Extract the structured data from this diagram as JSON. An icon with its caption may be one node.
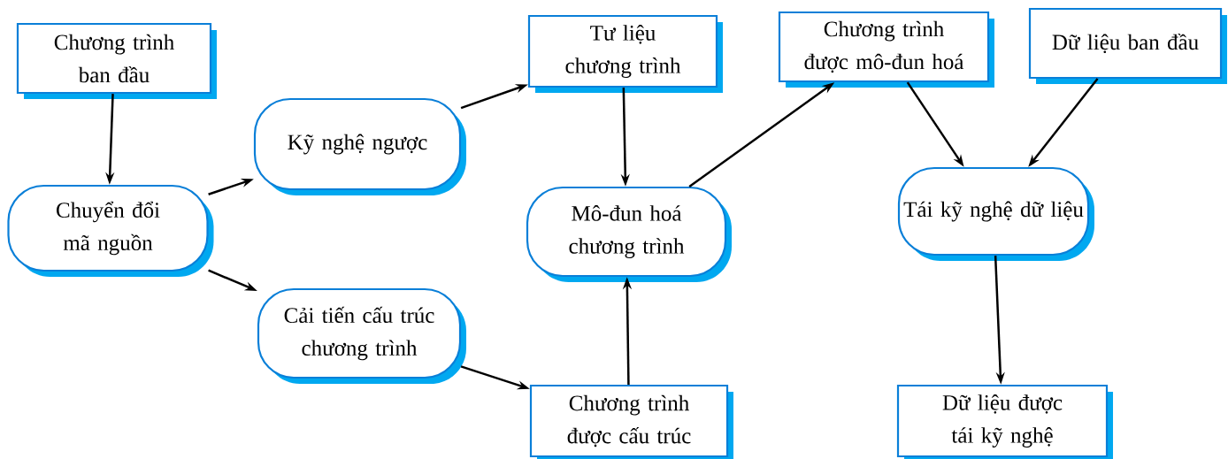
{
  "diagram": {
    "nodes": [
      {
        "text": [
          "Chương trình ban đầu"
        ]
      },
      {
        "text": [
          "Chuyển đổi mã nguồn"
        ]
      },
      {
        "text": [
          "Kỹ nghệ ngược"
        ]
      },
      {
        "text": [
          "Cải tiến cấu trúc chương trình"
        ]
      },
      {
        "text": [
          "Tư liệu chương trình"
        ]
      },
      {
        "text": [
          "Mô-đun hoá chương trình"
        ]
      },
      {
        "text": [
          "Chương trình được cấu trúc"
        ]
      },
      {
        "text": [
          "Chương trình được mô-đun hoá"
        ]
      },
      {
        "text": [
          "Dữ liệu ban đầu"
        ]
      },
      {
        "text": [
          "Tái kỹ nghệ dữ liệu"
        ]
      },
      {
        "text": [
          "Dữ liệu được tái kỹ nghệ"
        ]
      }
    ],
    "edges": [
      {
        "from": 0,
        "to": 1,
        "arrow": "to"
      },
      {
        "from": 1,
        "to": 2,
        "arrow": "to"
      },
      {
        "from": 1,
        "to": 3,
        "arrow": "to"
      },
      {
        "from": 2,
        "to": 4,
        "arrow": "to"
      },
      {
        "from": 3,
        "to": 6,
        "arrow": "to"
      },
      {
        "from": 6,
        "to": 5,
        "arrow": "to"
      },
      {
        "from": 4,
        "to": 5,
        "arrow": "to"
      },
      {
        "from": 5,
        "to": 7,
        "arrow": "to"
      },
      {
        "from": 7,
        "to": 9,
        "arrow": "to"
      },
      {
        "from": 8,
        "to": 9,
        "arrow": "to"
      },
      {
        "from": 9,
        "to": 10,
        "arrow": "to"
      }
    ]
  }
}
